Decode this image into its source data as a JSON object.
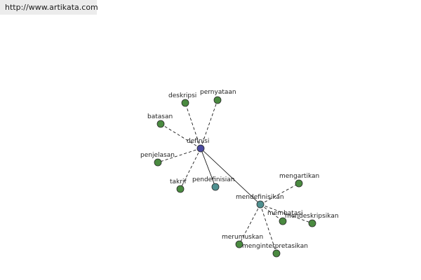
{
  "header": {
    "url": "http://www.artikata.com"
  },
  "colors": {
    "hub": "#4a4aa0",
    "secondary": "#4f9090",
    "leaf": "#4a8a40",
    "edge": "#000000"
  },
  "diagram": {
    "nodes": [
      {
        "id": "definisi",
        "label": "definisi",
        "kind": "hub"
      },
      {
        "id": "deskripsi",
        "label": "deskripsi",
        "kind": "leaf"
      },
      {
        "id": "pernyataan",
        "label": "pernyataan",
        "kind": "leaf"
      },
      {
        "id": "batasan",
        "label": "batasan",
        "kind": "leaf"
      },
      {
        "id": "penjelasan",
        "label": "penjelasan",
        "kind": "leaf"
      },
      {
        "id": "takrif",
        "label": "takrif",
        "kind": "leaf"
      },
      {
        "id": "pendefinisian",
        "label": "pendefinisian",
        "kind": "secondary"
      },
      {
        "id": "mendefinisikan",
        "label": "mendefinisikan",
        "kind": "secondary"
      },
      {
        "id": "mengartikan",
        "label": "mengartikan",
        "kind": "leaf"
      },
      {
        "id": "membatasi",
        "label": "membatasi",
        "kind": "leaf"
      },
      {
        "id": "mendeskripsikan",
        "label": "mendeskripsikan",
        "kind": "leaf"
      },
      {
        "id": "merumuskan",
        "label": "merumuskan",
        "kind": "leaf"
      },
      {
        "id": "menginterpretasikan",
        "label": "menginterpretasikan",
        "kind": "leaf"
      }
    ],
    "edges": [
      {
        "from": "definisi",
        "to": "deskripsi",
        "style": "dashed"
      },
      {
        "from": "definisi",
        "to": "pernyataan",
        "style": "dashed"
      },
      {
        "from": "definisi",
        "to": "batasan",
        "style": "dashed"
      },
      {
        "from": "definisi",
        "to": "penjelasan",
        "style": "dashed"
      },
      {
        "from": "definisi",
        "to": "takrif",
        "style": "dashed"
      },
      {
        "from": "definisi",
        "to": "pendefinisian",
        "style": "solid"
      },
      {
        "from": "definisi",
        "to": "mendefinisikan",
        "style": "solid"
      },
      {
        "from": "mendefinisikan",
        "to": "mengartikan",
        "style": "dashed"
      },
      {
        "from": "mendefinisikan",
        "to": "membatasi",
        "style": "dashed"
      },
      {
        "from": "mendefinisikan",
        "to": "mendeskripsikan",
        "style": "dashed"
      },
      {
        "from": "mendefinisikan",
        "to": "merumuskan",
        "style": "dashed"
      },
      {
        "from": "mendefinisikan",
        "to": "menginterpretasikan",
        "style": "dashed"
      }
    ]
  }
}
